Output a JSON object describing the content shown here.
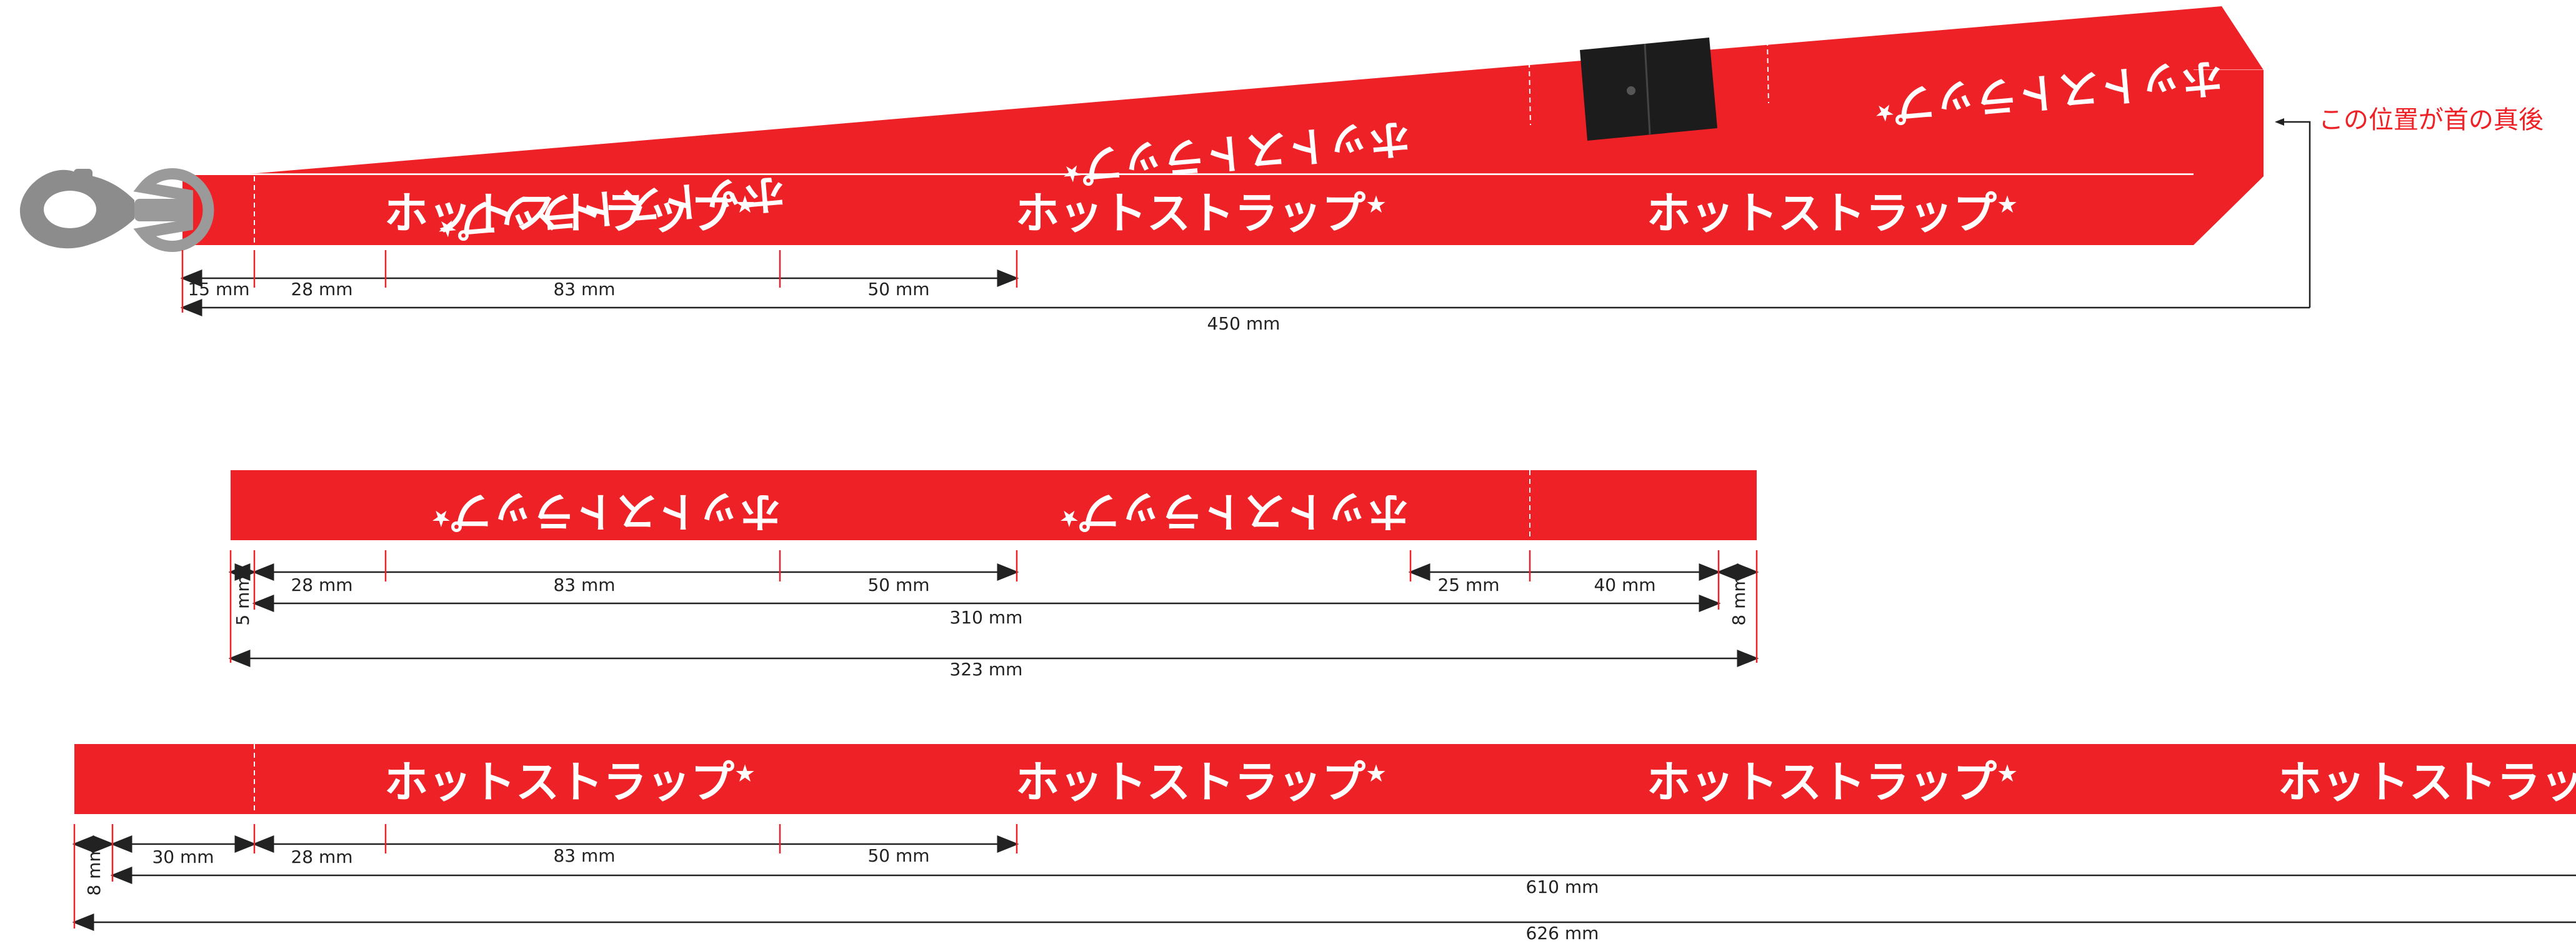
{
  "brand_text": "ホットストラップ",
  "star": "★",
  "colors": {
    "strap": "#ee2226",
    "print": "#ffffff",
    "dimension_line": "#222222",
    "tick": "#ee2226",
    "buckle": "#1c1c1c",
    "hook": "#9a9a9a",
    "annotation": "#ee2226"
  },
  "icons": {
    "hook": "lanyard-hook-icon",
    "buckle": "safety-buckle-icon"
  },
  "neck_note": "この位置が首の真後",
  "lanyard": {
    "dims": {
      "d1": "15 mm",
      "d2": "28 mm",
      "d3": "83 mm",
      "d4": "50 mm",
      "total": "450 mm"
    }
  },
  "middle_strip": {
    "dims": {
      "d_left": "5 mm",
      "d2": "28 mm",
      "d3": "83 mm",
      "d4": "50 mm",
      "d5": "25 mm",
      "d6": "40 mm",
      "d_right": "8 mm",
      "inner": "310 mm",
      "total": "323 mm"
    }
  },
  "bottom_strip": {
    "dims": {
      "d_left": "8 mm",
      "d1": "30 mm",
      "d2": "28 mm",
      "d3": "83 mm",
      "d4": "50 mm",
      "inner": "610 mm",
      "total": "626 mm"
    }
  }
}
